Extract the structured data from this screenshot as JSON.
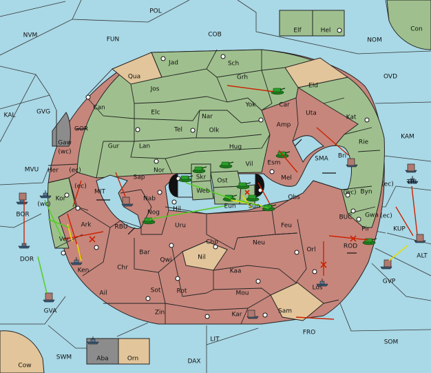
{
  "colors": {
    "sea": "#a9d8e6",
    "green": "#9fc08e",
    "red": "#c6867c",
    "tan": "#e2c59a",
    "gray": "#8c8c8c",
    "border": "#222222",
    "order_red": "#cc2200",
    "order_yellow": "#e8e000",
    "order_green": "#55cc22"
  },
  "regions": {
    "POL": "POL",
    "NVM": "NVM",
    "FUN": "FUN",
    "COB": "COB",
    "NOM": "NOM",
    "Elf": "Elf",
    "Hel": "Hel",
    "Con": "Con",
    "OVD": "OVD",
    "KAL": "KAL",
    "GVG": "GVG",
    "KAM": "KAM",
    "Jad": "Jad",
    "Sch": "Sch",
    "Qua": "Qua",
    "Jos": "Jos",
    "Grh": "Grh",
    "Eld": "Eld",
    "Can": "Can",
    "Car": "Car",
    "Yok": "Yok",
    "Elc": "Elc",
    "Nar": "Nar",
    "Uta": "Uta",
    "Kat": "Kat",
    "Tel": "Tel",
    "Olk": "Olk",
    "Amp": "Amp",
    "GOR": "GOR",
    "Gaw": "Gaw",
    "Gur": "Gur",
    "Lan": "Lan",
    "Hug": "Hug",
    "Rie": "Rie",
    "Bri": "Bri",
    "SMA": "SMA",
    "Esm": "Esm",
    "Vil": "Vil",
    "Nor": "Nor",
    "Skr": "Skr",
    "Sap": "Sap",
    "Her": "Her",
    "wc1": "(wc)",
    "ec1": "(ec)",
    "MVU": "MVU",
    "Ost": "Ost",
    "Mel": "Mel",
    "Web": "Web",
    "ec2": "(ec)",
    "MIT": "MIT",
    "Nab": "Nab",
    "Kor": "Kor",
    "wc2": "(wc)",
    "Byn": "Byn",
    "ec3": "(ec)",
    "TRI": "TRI",
    "Obs": "Obs",
    "Eun": "Eun",
    "Sun": "Sun",
    "BOR": "BOR",
    "Gwa": "Gwa",
    "ec4": "(ec)",
    "wc3": "(wc)",
    "Ark": "Ark",
    "Nog": "Nog",
    "Hil": "Hil",
    "RBU": "RBU",
    "BUC": "BUC",
    "Uru": "Uru",
    "Feu": "Feu",
    "KUP": "KUP",
    "Pir": "Pir",
    "Ver": "Ver",
    "Chp": "Chp",
    "Neu": "Neu",
    "ROD": "ROD",
    "ALT": "ALT",
    "DOR": "DOR",
    "Bar": "Bar",
    "Orl": "Orl",
    "Qwi": "Qwi",
    "Nil": "Nil",
    "Ken": "Ken",
    "Chr": "Chr",
    "GVP": "GVP",
    "Kaa": "Kaa",
    "Los": "Los",
    "Sot": "Sot",
    "Rot": "Rot",
    "Ail": "Ail",
    "Mou": "Mou",
    "GVA": "GVA",
    "Sam": "Sam",
    "Zin": "Zin",
    "Kar": "Kar",
    "FRO": "FRO",
    "LIT": "LIT",
    "SOM": "SOM",
    "SWM": "SWM",
    "Aba": "Aba",
    "Orn": "Orn",
    "DAX": "DAX",
    "Cow": "Cow"
  }
}
